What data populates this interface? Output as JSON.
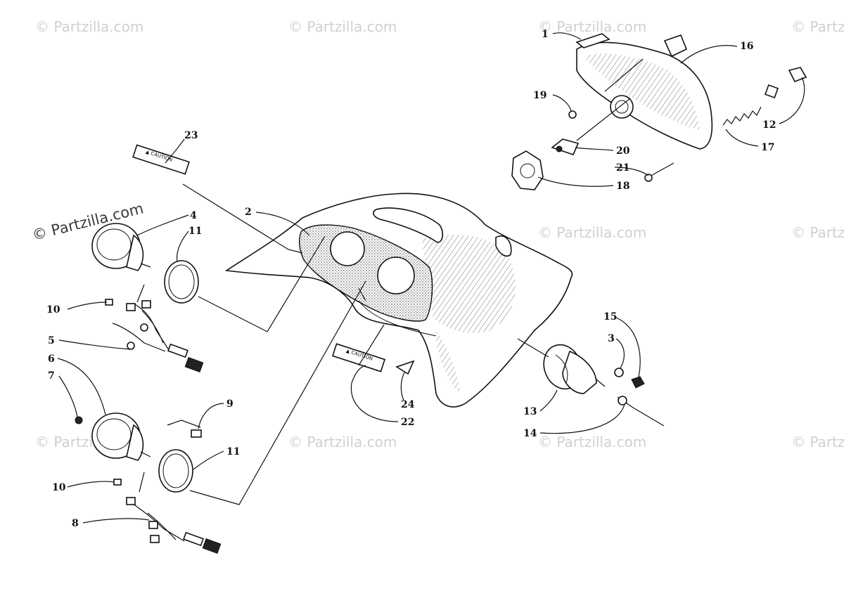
{
  "watermarks": {
    "text": "© Partzilla.com",
    "prominent": "© Partzilla.com"
  },
  "callouts": {
    "c1": "1",
    "c2": "2",
    "c3": "3",
    "c4": "4",
    "c5": "5",
    "c6": "6",
    "c7": "7",
    "c8": "8",
    "c9": "9",
    "c10a": "10",
    "c10b": "10",
    "c11a": "11",
    "c11b": "11",
    "c12": "12",
    "c13": "13",
    "c14": "14",
    "c15": "15",
    "c16": "16",
    "c17": "17",
    "c18": "18",
    "c19": "19",
    "c20": "20",
    "c21": "21",
    "c22": "22",
    "c23": "23",
    "c24": "24"
  },
  "decals": {
    "caution": "▲ CAUTION"
  }
}
